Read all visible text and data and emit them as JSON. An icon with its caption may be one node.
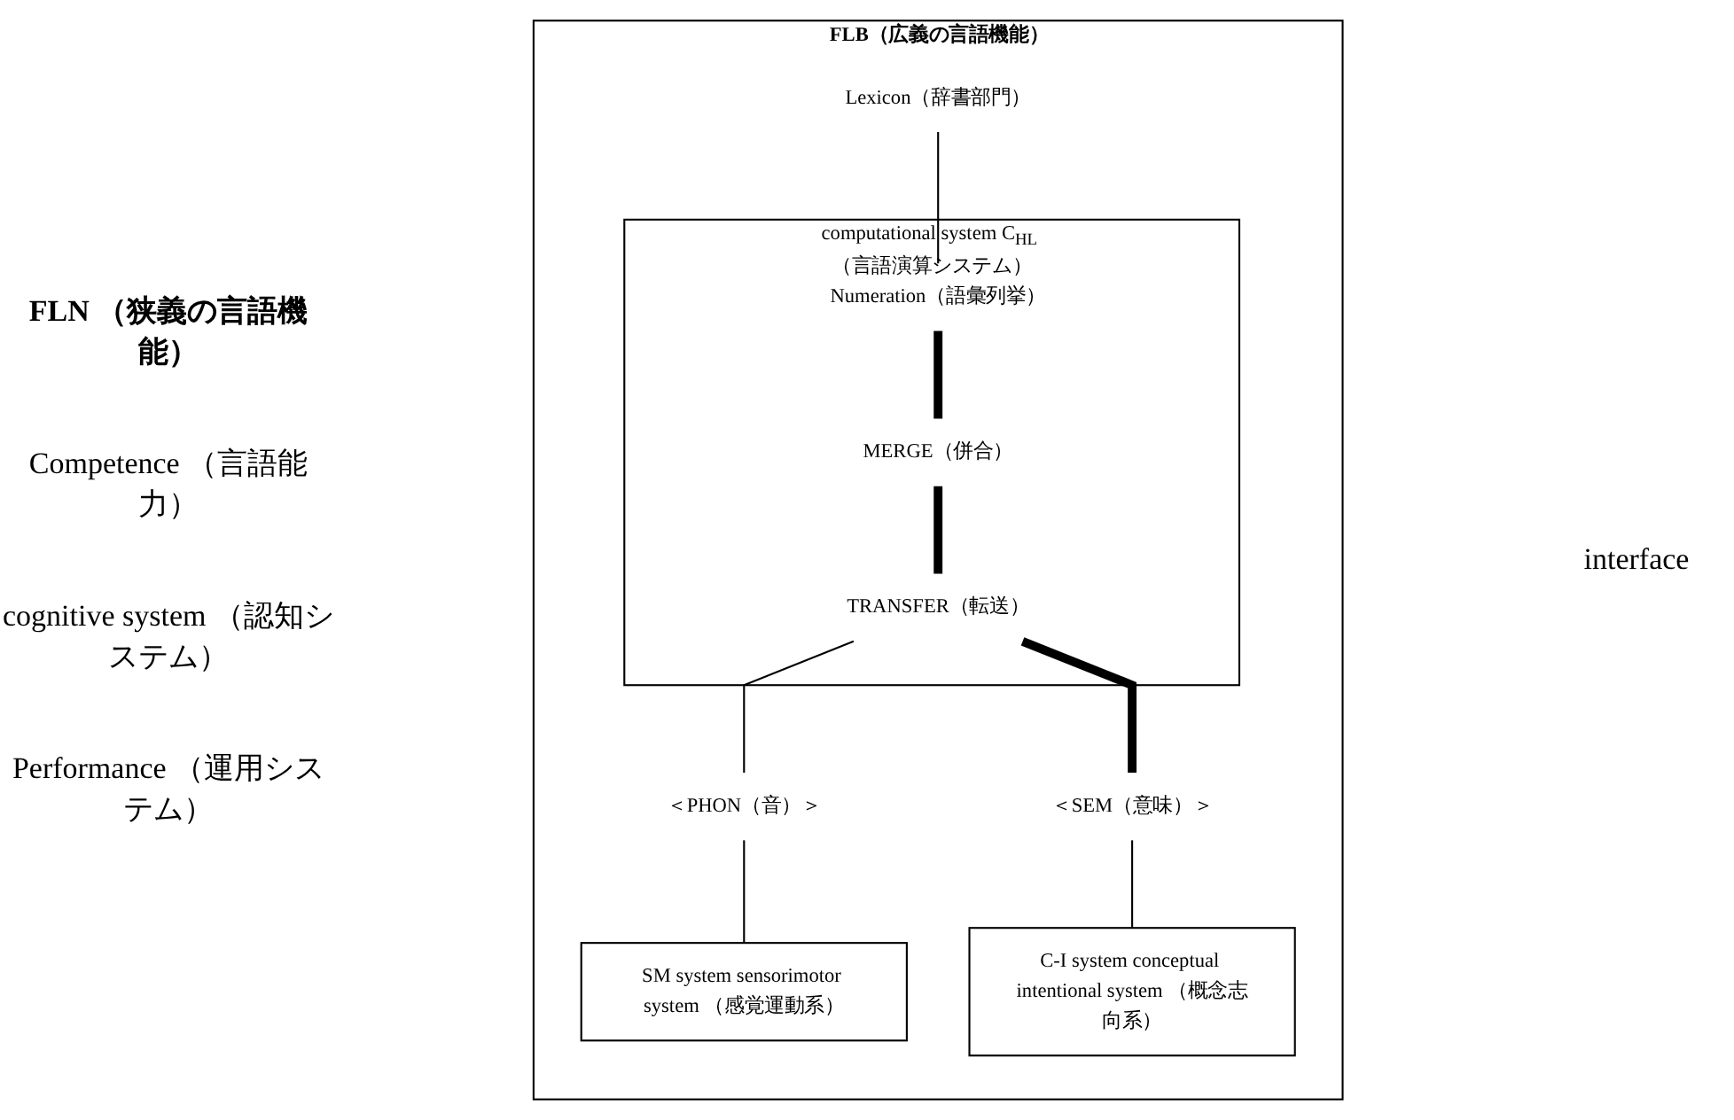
{
  "diagram": {
    "nodes": [
      {
        "text": [
          "FLB（広義の言語機能）"
        ]
      },
      {
        "text": [
          "Lexicon（辞書部門）"
        ],
        "in": 0
      },
      {
        "text": [
          "computational system C$_{HL}$ （言語演算システム）"
        ],
        "in": 0
      },
      {
        "text": [
          "Numeration（語彙列挙）"
        ],
        "in": 2
      },
      {
        "text": [
          "MERGE（併合）"
        ],
        "in": 2
      },
      {
        "text": [
          "TRANSFER（転送）"
        ],
        "in": 2
      },
      {
        "text": [
          "＜PHON（音）＞"
        ],
        "in": 0
      },
      {
        "text": [
          "＜SEM（意味）＞"
        ],
        "in": 0
      },
      {
        "text": [
          "SM system sensorimotor system （感覚運動系）"
        ],
        "in": 0
      },
      {
        "text": [
          "C-I system conceptual intentional system （概念志向系）"
        ],
        "in": 0
      }
    ],
    "edges": [
      {
        "from": 1,
        "to": 3,
        "arrow": "none"
      },
      {
        "from": 3,
        "to": 4,
        "arrow": "none",
        "style": "thick"
      },
      {
        "from": 4,
        "to": 5,
        "arrow": "none",
        "style": "thick"
      },
      {
        "from": 5,
        "to": 6,
        "arrow": "none"
      },
      {
        "from": 5,
        "to": 7,
        "arrow": "none",
        "style": "thick"
      },
      {
        "from": 6,
        "to": 8,
        "arrow": "none"
      },
      {
        "from": 7,
        "to": 9,
        "arrow": "none"
      }
    ],
    "labels": [
      "FLN （狭義の言語機能）",
      "Competence （言語能力）",
      "cognitive system （認知システム）",
      "interface",
      "Performance （運用システム）"
    ]
  }
}
